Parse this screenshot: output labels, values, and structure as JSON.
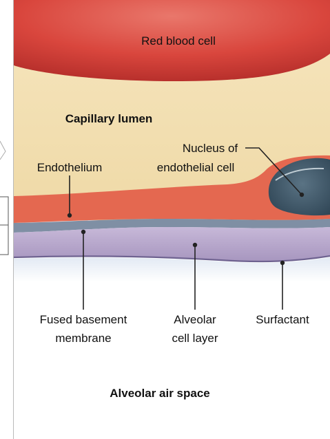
{
  "labels": {
    "red_blood_cell": "Red blood cell",
    "capillary_lumen": "Capillary lumen",
    "nucleus_line1": "Nucleus of",
    "nucleus_line2": "endothelial cell",
    "endothelium": "Endothelium",
    "fused_line1": "Fused basement",
    "fused_line2": "membrane",
    "alveolar_layer_line1": "Alveolar",
    "alveolar_layer_line2": "cell layer",
    "surfactant": "Surfactant",
    "air_space": "Alveolar air space"
  },
  "colors": {
    "red_blood_cell": "#d9463d",
    "capillary_plasma": "#f3e1b4",
    "endothelium": "#e46850",
    "basement_membrane": "#7f8fa4",
    "alveolar_cell": "#b4a3c8",
    "nucleus": "#3c5566",
    "leader_line": "#222222"
  }
}
